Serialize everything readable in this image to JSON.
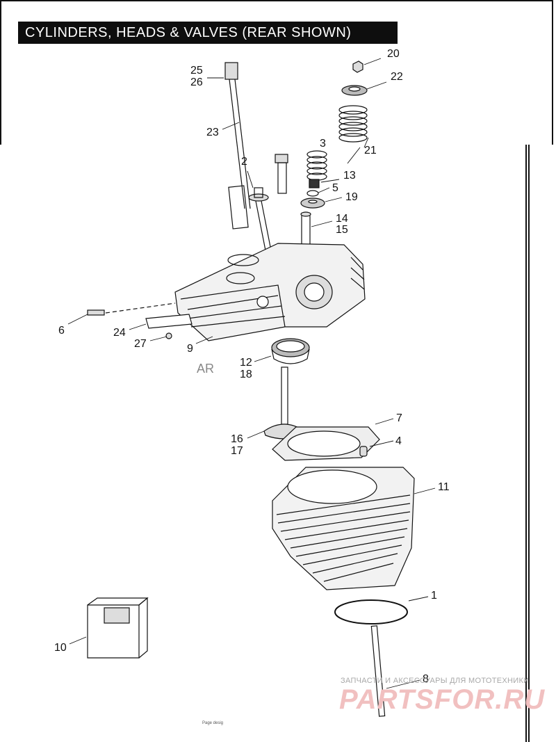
{
  "title": "CYLINDERS, HEADS & VALVES (REAR SHOWN)",
  "direction_label": "AR",
  "callouts": [
    {
      "id": "callout-20",
      "text": "20"
    },
    {
      "id": "callout-22",
      "text": "22"
    },
    {
      "id": "callout-25",
      "text": "25"
    },
    {
      "id": "callout-26",
      "text": "26"
    },
    {
      "id": "callout-23",
      "text": "23"
    },
    {
      "id": "callout-21",
      "text": "21"
    },
    {
      "id": "callout-3",
      "text": "3"
    },
    {
      "id": "callout-2",
      "text": "2"
    },
    {
      "id": "callout-13",
      "text": "13"
    },
    {
      "id": "callout-5",
      "text": "5"
    },
    {
      "id": "callout-19",
      "text": "19"
    },
    {
      "id": "callout-14",
      "text": "14"
    },
    {
      "id": "callout-15",
      "text": "15"
    },
    {
      "id": "callout-6",
      "text": "6"
    },
    {
      "id": "callout-24",
      "text": "24"
    },
    {
      "id": "callout-27",
      "text": "27"
    },
    {
      "id": "callout-9",
      "text": "9"
    },
    {
      "id": "callout-12",
      "text": "12"
    },
    {
      "id": "callout-18",
      "text": "18"
    },
    {
      "id": "callout-7",
      "text": "7"
    },
    {
      "id": "callout-4",
      "text": "4"
    },
    {
      "id": "callout-16",
      "text": "16"
    },
    {
      "id": "callout-17",
      "text": "17"
    },
    {
      "id": "callout-11",
      "text": "11"
    },
    {
      "id": "callout-1",
      "text": "1"
    },
    {
      "id": "callout-10",
      "text": "10"
    },
    {
      "id": "callout-8",
      "text": "8"
    }
  ],
  "watermark": {
    "line1": "ЗАПЧАСТИ И АКСЕССУАРЫ ДЛЯ МОТОТЕХНИКИ",
    "line2": "PARTSFOR.RU"
  },
  "footer": "Page desig"
}
